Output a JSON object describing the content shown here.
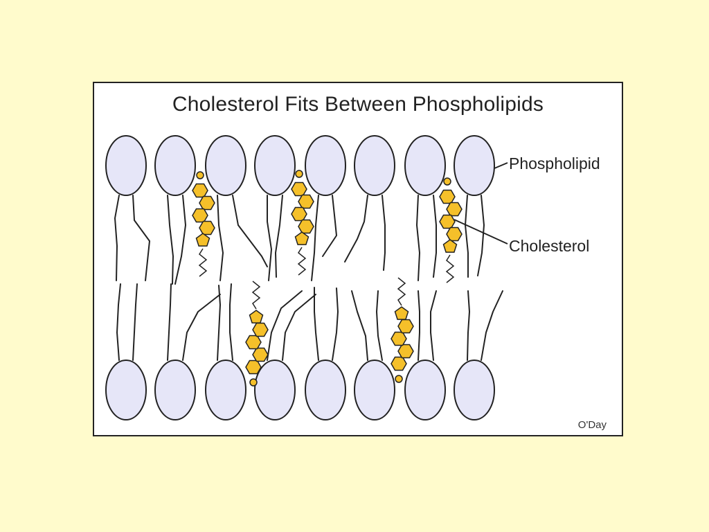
{
  "diagram": {
    "title": "Cholesterol Fits Between Phospholipids",
    "labels": {
      "phospholipid": "Phospholipid",
      "cholesterol": "Cholesterol"
    },
    "credit": "O'Day",
    "components": [
      "phospholipid-head",
      "phospholipid-tail",
      "cholesterol-molecule"
    ],
    "colors": {
      "page_background": "#FFFBCC",
      "figure_background": "#FFFFFF",
      "phospholipid_head": "#E6E6F8",
      "cholesterol": "#F5C02A",
      "outline": "#222222"
    }
  }
}
